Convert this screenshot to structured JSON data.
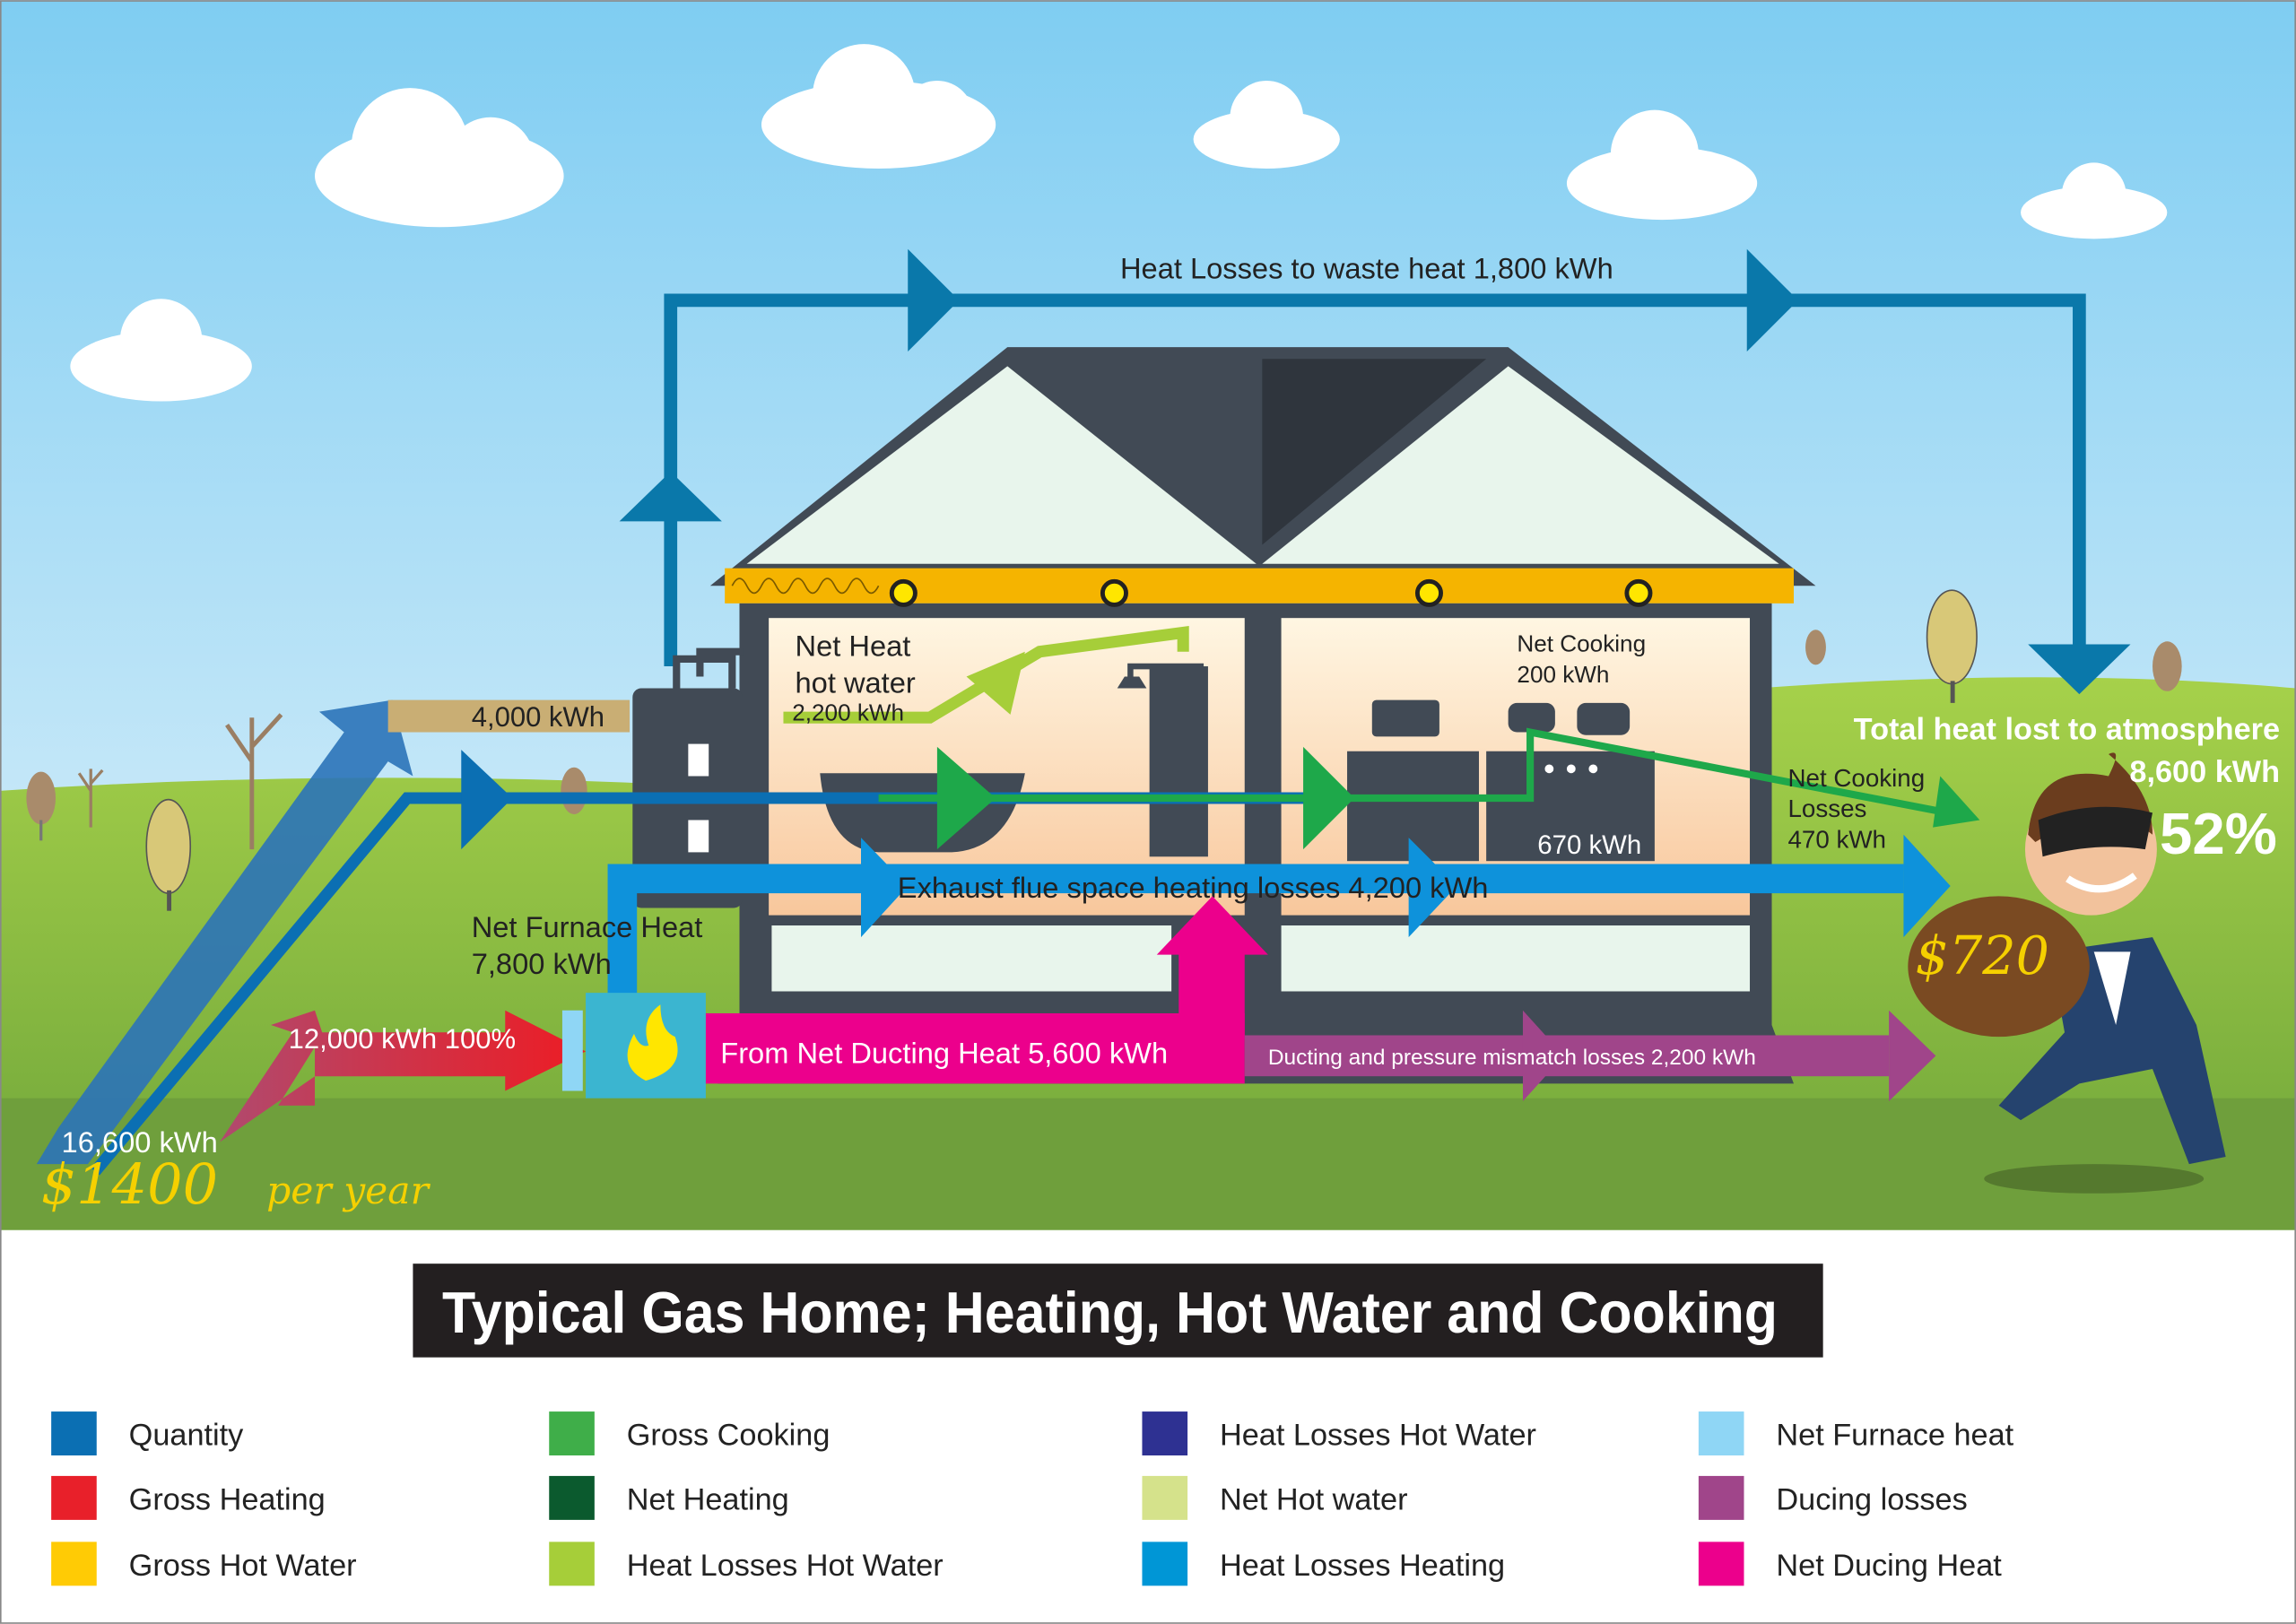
{
  "title": "Typical Gas Home; Heating, Hot Water and Cooking",
  "flows": {
    "waste_heat": "Heat Losses to waste heat 1,800 kWh",
    "gross_quantity_kwh": "4,000 kWh",
    "net_heat_hot_water_1": "Net Heat",
    "net_heat_hot_water_2": "hot water",
    "net_heat_hot_water_3": "2,200 kWh",
    "net_cooking_1": "Net Cooking",
    "net_cooking_2": "200 kWh",
    "cooking_670": "670 kWh",
    "net_cooking_losses_1": "Net Cooking",
    "net_cooking_losses_2": "Losses",
    "net_cooking_losses_3": "470 kWh",
    "exhaust": "Exhaust flue space heating losses 4,200 kWh",
    "net_furnace_1": "Net Furnace Heat",
    "net_furnace_2": "7,800 kWh",
    "gross_heating": "12,000 kWh 100%",
    "net_ducting": "From Net Ducting Heat 5,600 kWh",
    "ducting_losses": "Ducting and pressure mismatch losses 2,200 kWh",
    "total_qty": "16,600 kWh",
    "cost": "$1400",
    "per_year": "per year",
    "stolen": "$720",
    "total_lost_1": "Total heat lost to atmosphere",
    "total_lost_2": "8,600 kWh",
    "total_lost_pct": "52%"
  },
  "legend": [
    {
      "label": "Quantity",
      "color": "#0b6fb3"
    },
    {
      "label": "Gross Heating",
      "color": "#e8202a"
    },
    {
      "label": "Gross Hot Water",
      "color": "#ffcb05"
    },
    {
      "label": "Gross Cooking",
      "color": "#3fae49"
    },
    {
      "label": "Net Heating",
      "color": "#0b5a2e"
    },
    {
      "label": "Heat Losses Hot Water",
      "color": "#a6ce39"
    },
    {
      "label": "Heat Losses Hot Water",
      "color": "#2e3192"
    },
    {
      "label": "Net Hot water",
      "color": "#d5e28b"
    },
    {
      "label": "Heat Losses Heating",
      "color": "#0096d6"
    },
    {
      "label": "Net Furnace heat",
      "color": "#8fd6f5"
    },
    {
      "label": "Ducing losses",
      "color": "#a0458a"
    },
    {
      "label": "Net Ducing Heat",
      "color": "#ec008c"
    }
  ]
}
